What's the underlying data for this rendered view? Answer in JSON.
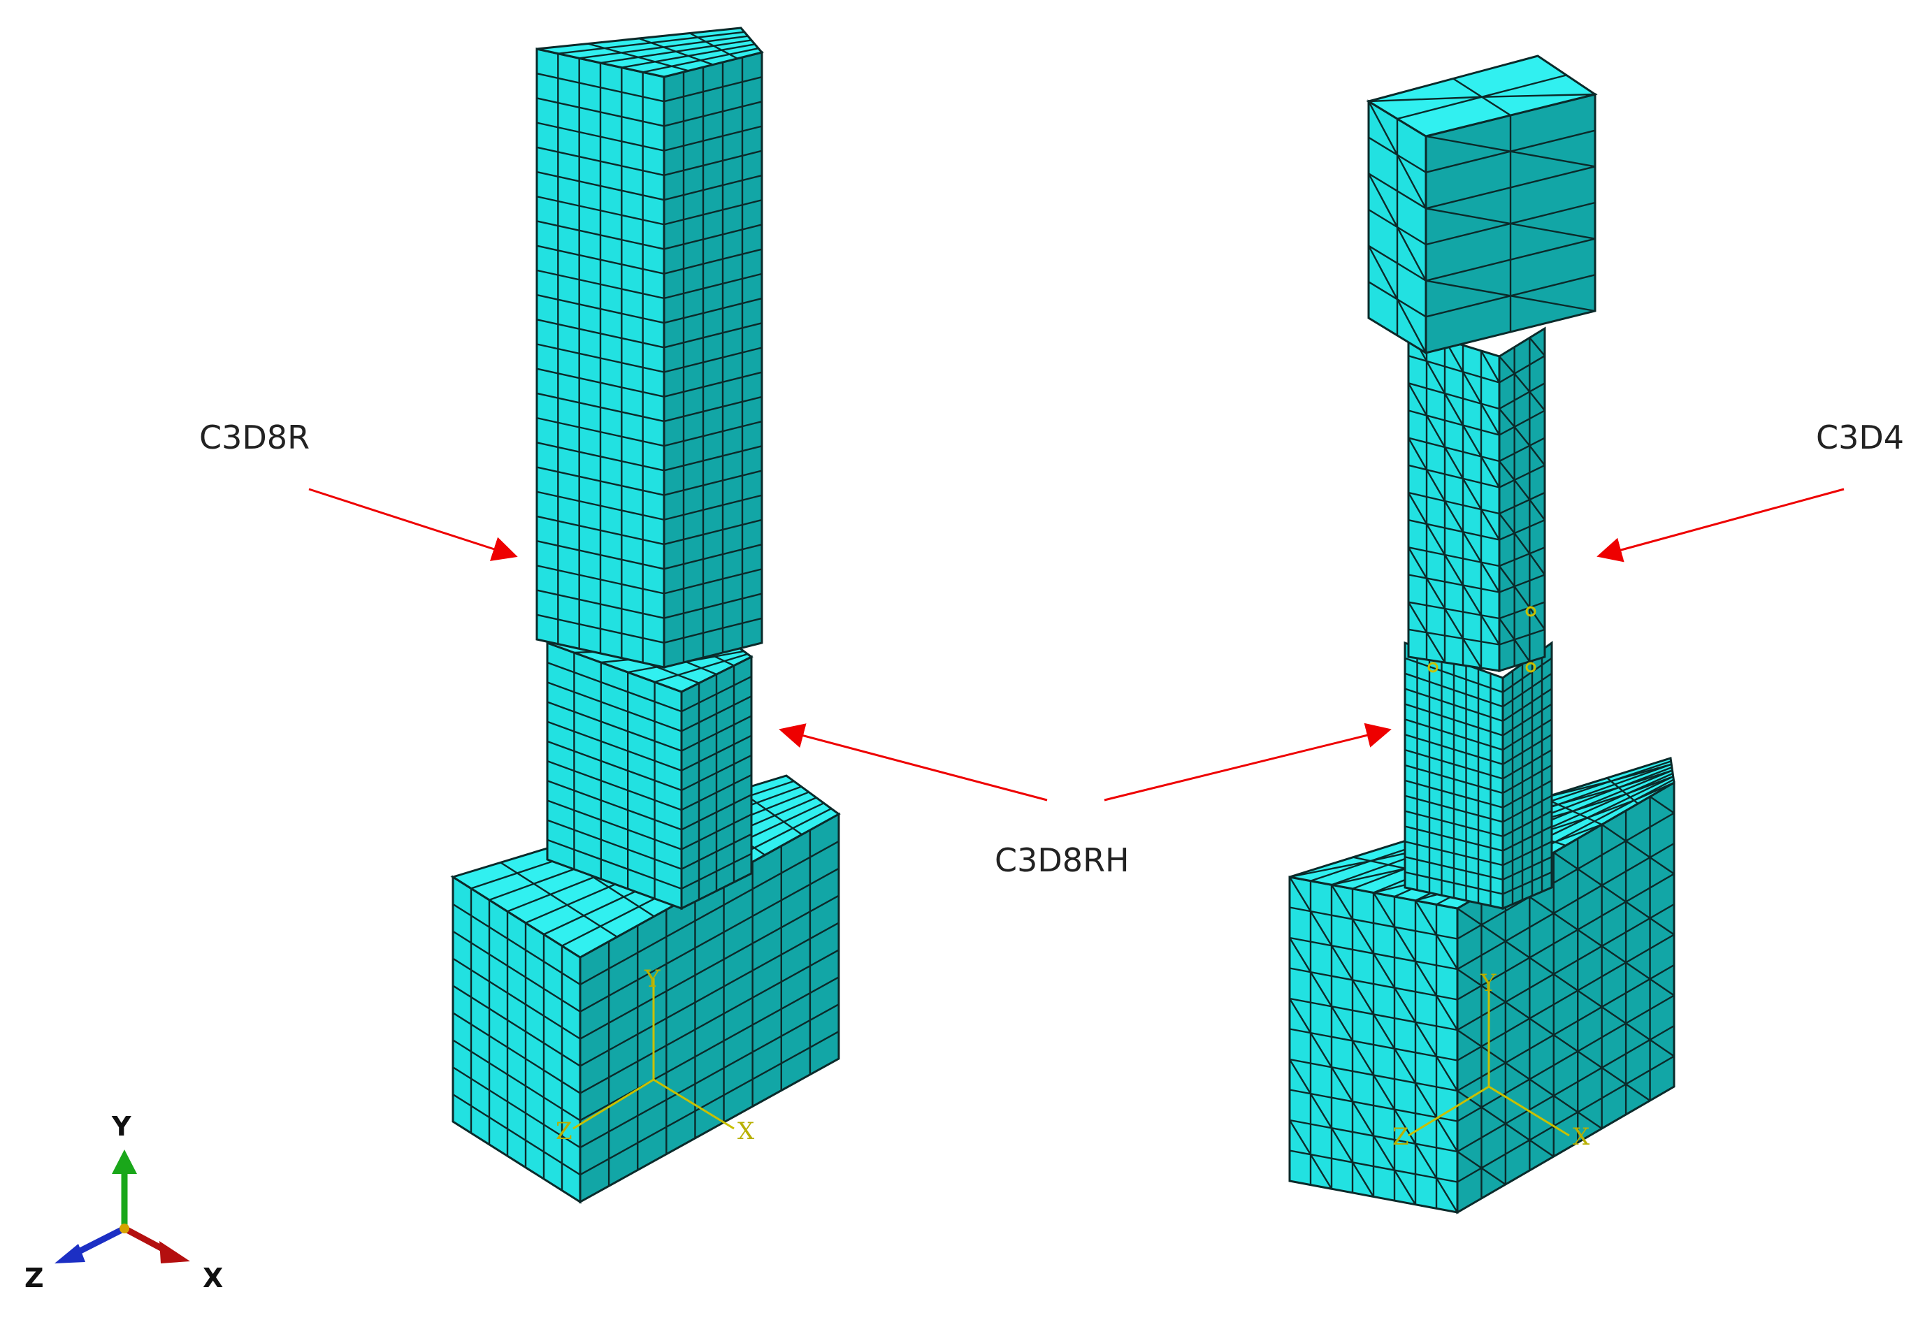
{
  "labels": {
    "left_element": "C3D8R",
    "right_element": "C3D4",
    "center_element": "C3D8RH"
  },
  "triad": {
    "y": "Y",
    "z": "Z",
    "x": "X"
  },
  "local_csys": {
    "y": "Y",
    "x": "X",
    "z": "Z"
  },
  "colors": {
    "mesh_front": "#22e1e1",
    "mesh_top": "#31f0f0",
    "mesh_side": "#12a6a6",
    "mesh_line": "#0b2a2a",
    "arrow": "#ee0000",
    "triad_y": "#1aa71a",
    "triad_z": "#1c2fc4",
    "triad_x": "#b40f0f",
    "csys": "#c9c000"
  }
}
